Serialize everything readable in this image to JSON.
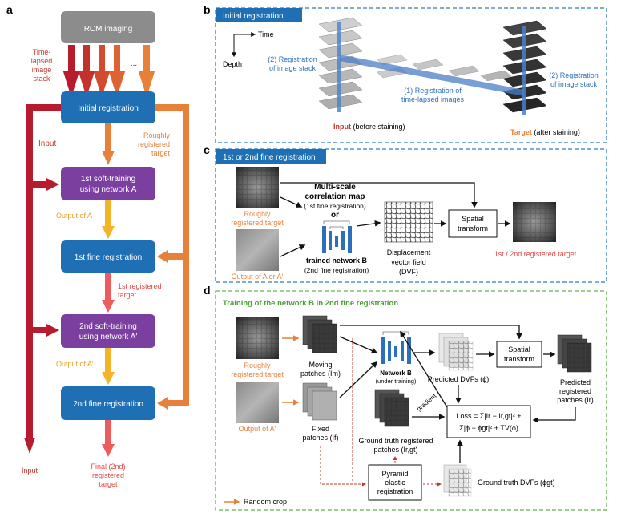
{
  "panels": {
    "a": {
      "letter": "a",
      "rcm": "RCM imaging",
      "dots": "...",
      "stack_label": [
        "Time-",
        "lapsed",
        "image",
        "stack"
      ],
      "initial": "Initial registration",
      "input_left": "Input",
      "roughly_target": [
        "Roughly",
        "registered",
        "target"
      ],
      "soft1": [
        "1st soft-training",
        "using network A"
      ],
      "out_a": "Output of A",
      "fine1": "1st fine registration",
      "reg1_target": [
        "1st registered",
        "target"
      ],
      "soft2": [
        "2nd soft-training",
        "using network A′"
      ],
      "out_a2": "Output of A′",
      "fine2": "2nd fine registration",
      "input_bottom": "Input",
      "final": [
        "Final (2nd)",
        "registered",
        "target"
      ]
    },
    "b": {
      "letter": "b",
      "header": "Initial registration",
      "time": "Time",
      "depth": "Depth",
      "reg_stack_left": [
        "(2) Registration",
        "of image stack"
      ],
      "reg_time": [
        "(1) Registration of",
        "time-lapsed images"
      ],
      "reg_stack_right": [
        "(2) Registration",
        "of image stack"
      ],
      "input_bold": "Input",
      "input_rest": " (before staining)",
      "target_bold": "Target",
      "target_rest": " (after staining)"
    },
    "c": {
      "letter": "c",
      "header": "1st or 2nd fine registration",
      "roughly": [
        "Roughly",
        "registered target"
      ],
      "output_a": "Output of A or A′",
      "msc": [
        "Multi-scale",
        "correlation map"
      ],
      "msc_sub": "(1st fine registration)",
      "or": "or",
      "trained": "trained network B",
      "trained_sub": "(2nd fine registration)",
      "dvf": [
        "Displacement",
        "vector field",
        "(DVF)"
      ],
      "spatial": [
        "Spatial",
        "transform"
      ],
      "result": "1st / 2nd registered target"
    },
    "d": {
      "letter": "d",
      "header": "Training of the network B in 2nd fine registration",
      "roughly": [
        "Roughly",
        "registered target"
      ],
      "output_a2": "Output of A′",
      "moving": [
        "Moving",
        "patches (Im)"
      ],
      "fixed": [
        "Fixed",
        "patches (If)"
      ],
      "network_b": [
        "Network B",
        "(under training)"
      ],
      "pred_dvf": "Predicted DVFs (ϕ)",
      "spatial": [
        "Spatial",
        "transform"
      ],
      "pred_patches": [
        "Predicted",
        "registered",
        "patches (Ir)"
      ],
      "gradient": "gradient",
      "gt_patches": [
        "Ground truth registered",
        "patches (Ir,gt)"
      ],
      "loss": [
        "Loss = Σ|Ir − Ir,gt|² +",
        "Σ|ϕ − ϕgt|² + TV(ϕ)"
      ],
      "pyramid": [
        "Pyramid",
        "elastic",
        "registration"
      ],
      "gt_dvf": "Ground truth DVFs (ϕgt)",
      "random_crop": "Random crop"
    }
  },
  "colors": {
    "gray_box": "#8c8c8c",
    "blue_box": "#1f6fb5",
    "purple_box": "#7b3fa0",
    "dark_red": "#b71c2e",
    "red": "#d83a3a",
    "orange": "#e8803a",
    "yellow": "#f4b42a",
    "pink": "#ef5b5b",
    "dashed_blue": "#2c7bc4",
    "dashed_green": "#5fb34a",
    "stack_blue": "#4a7fc8"
  }
}
